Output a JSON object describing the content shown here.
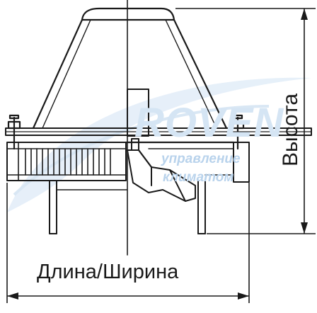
{
  "diagram": {
    "type": "technical-drawing",
    "subject": "roof ventilation fan",
    "line_color": "#1a1a1a",
    "background_color": "#ffffff"
  },
  "dimensions": {
    "width_label": "Длина/Ширина",
    "height_label": "Высота"
  },
  "watermark": {
    "brand": "ROVEN",
    "line1": "управление",
    "line2": "климатом",
    "color": "#cfe1f2"
  }
}
